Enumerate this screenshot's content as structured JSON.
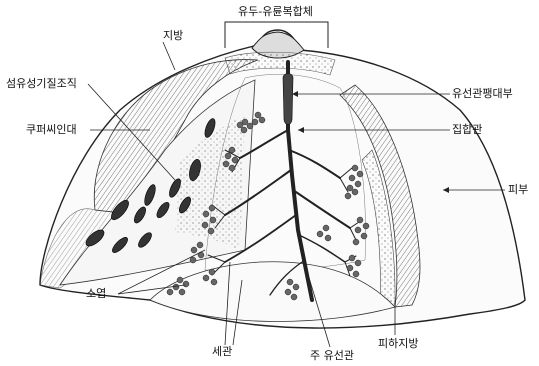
{
  "labels": {
    "nipple_areola_complex": "유두-유륜복합체",
    "fat": "지방",
    "fibrous_tissue": "섬유성기질조직",
    "coopers_ligament": "쿠퍼씨인대",
    "ductal_dilatation": "유선관팽대부",
    "collecting_duct": "집합관",
    "skin": "피부",
    "lobule": "소엽",
    "ductule": "세관",
    "main_duct": "주 유선관",
    "subcutaneous_fat": "피하지방"
  }
}
